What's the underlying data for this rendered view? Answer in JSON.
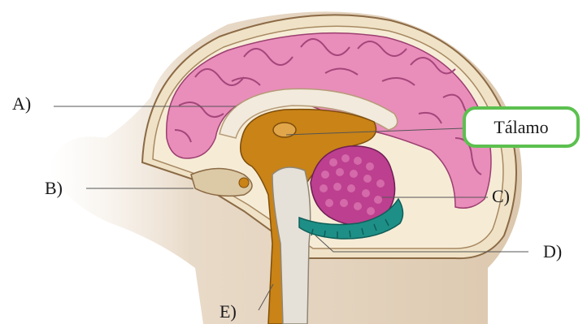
{
  "diagram": {
    "labels": {
      "a": "A)",
      "b": "B)",
      "c": "C)",
      "d": "D)",
      "e": "E)"
    },
    "callout": {
      "text": "Tálamo",
      "border_color": "#5cc04f"
    },
    "colors": {
      "cerebrum": "#e98dbb",
      "diencephalon": "#c98316",
      "cerebellum": "#bd3f8f",
      "cerebellum_cortex": "#1e8f86",
      "skull": "#efe0c4",
      "skin": "#d7bfa0"
    }
  }
}
